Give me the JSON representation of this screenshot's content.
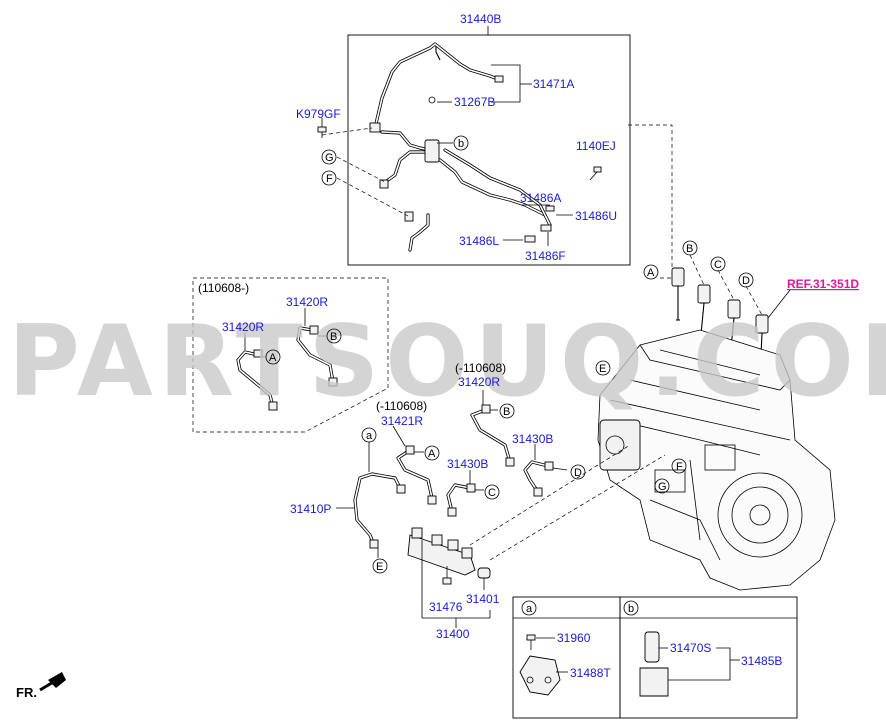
{
  "watermark": "PARTSOUQ.COM",
  "labels": {
    "p31440B": "31440B",
    "p31471A": "31471A",
    "p31267B": "31267B",
    "pK979GF": "K979GF",
    "p1140EJ": "1140EJ",
    "p31486A": "31486A",
    "p31486U": "31486U",
    "p31486L": "31486L",
    "p31486F": "31486F",
    "ref": "REF.31-351D",
    "variant_new": "(110608-)",
    "p31420R_a": "31420R",
    "p31420R_b": "31420R",
    "variant_old1": "(-110608)",
    "p31420R_c": "31420R",
    "variant_old2": "(-110608)",
    "p31421R": "31421R",
    "p31430B_a": "31430B",
    "p31430B_b": "31430B",
    "p31410P": "31410P",
    "p31476": "31476",
    "p31401": "31401",
    "p31400": "31400",
    "p31960": "31960",
    "p31488T": "31488T",
    "p31470S": "31470S",
    "p31485B": "31485B",
    "fr": "FR."
  },
  "callouts": {
    "a": "a",
    "b": "b",
    "c_up": "b",
    "A": "A",
    "B": "B",
    "C": "C",
    "D": "D",
    "E": "E",
    "F": "F",
    "G": "G",
    "detail_a": "a",
    "detail_b": "b"
  },
  "colors": {
    "part_number": "#1a1ad6",
    "reference": "#e0189a",
    "watermark": "#c9c9c9"
  }
}
